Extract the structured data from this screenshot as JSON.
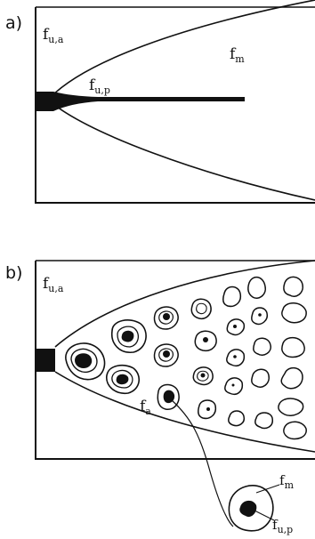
{
  "panel_a": {
    "letter": "a)",
    "labels": [
      {
        "main": "f",
        "sub": "u,a"
      },
      {
        "main": "f",
        "sub": "m"
      },
      {
        "main": "f",
        "sub": "u,p"
      }
    ]
  },
  "panel_b": {
    "letter": "b)",
    "labels": [
      {
        "main": "f",
        "sub": "u,a"
      },
      {
        "main": "f",
        "sub": "a"
      }
    ],
    "inset_labels": [
      {
        "main": "f",
        "sub": "m"
      },
      {
        "main": "f",
        "sub": "u,p"
      }
    ]
  }
}
